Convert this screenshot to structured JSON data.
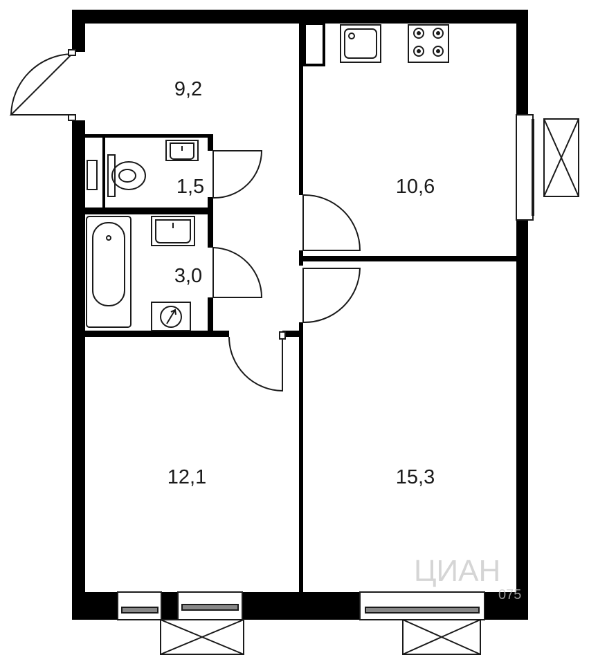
{
  "rooms": {
    "hall": {
      "area": "9,2"
    },
    "wc": {
      "area": "1,5"
    },
    "bath": {
      "area": "3,0"
    },
    "kitchen": {
      "area": "10,6"
    },
    "bedroom": {
      "area": "12,1"
    },
    "living": {
      "area": "15,3"
    }
  },
  "watermark": {
    "brand": "ЦИАН",
    "code": "075"
  },
  "colors": {
    "wall": "#000000",
    "line": "#1a1a1a",
    "background": "#ffffff",
    "watermark": "#c8c8c8"
  }
}
